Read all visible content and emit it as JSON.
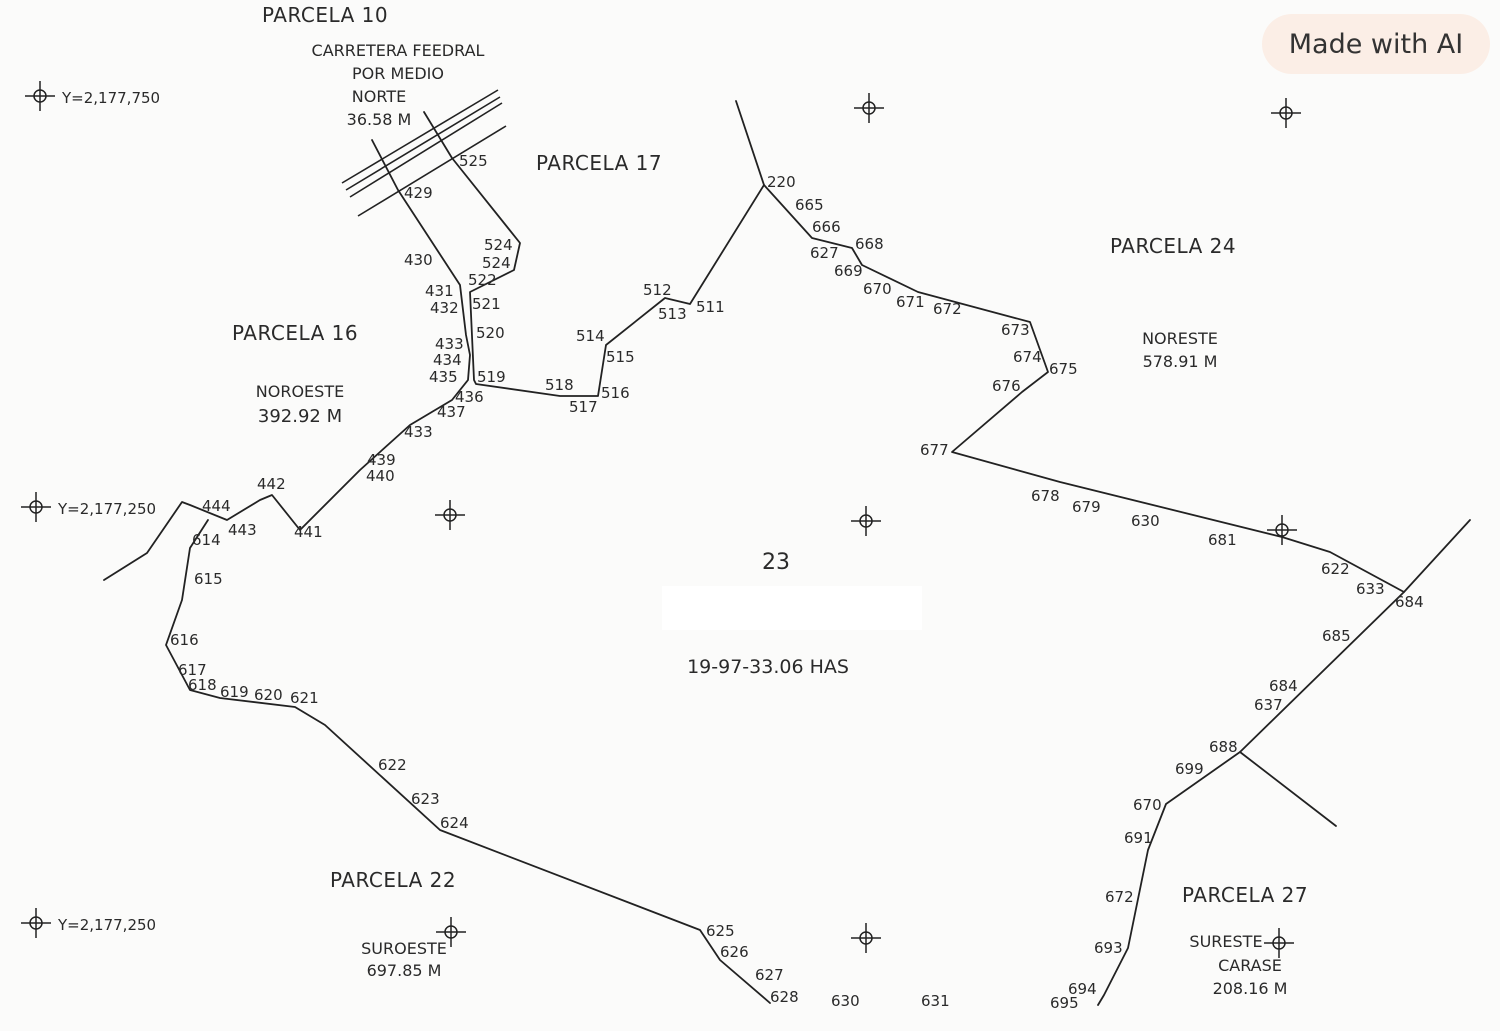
{
  "watermark": "Made with AI",
  "parcels": {
    "p10": "PARCELA 10",
    "p17": "PARCELA 17",
    "p16": "PARCELA 16",
    "p24": "PARCELA 24",
    "p22": "PARCELA 22",
    "p27": "PARCELA 27"
  },
  "boundaries": {
    "norte": {
      "road1": "CARRETERA FEEDRAL",
      "road2": "POR MEDIO",
      "dir": "NORTE",
      "dist": "36.58 M"
    },
    "noroeste": {
      "dir": "NOROESTE",
      "dist": "392.92 M"
    },
    "noreste": {
      "dir": "NORESTE",
      "dist": "578.91 M"
    },
    "suroeste": {
      "dir": "SUROESTE",
      "dist": "697.85 M"
    },
    "sureste": {
      "dir": "SURESTE",
      "dir2": "CARASE",
      "dist": "208.16 M"
    }
  },
  "center": {
    "lot": "23",
    "area": "19-97-33.06 HAS"
  },
  "coords": [
    "Y=2,177,750",
    "Y=2,177,250",
    "Y=2,177,250"
  ],
  "vertices": [
    "525",
    "429",
    "430",
    "524",
    "524",
    "522",
    "431",
    "432",
    "521",
    "520",
    "433",
    "434",
    "435",
    "519",
    "436",
    "437",
    "433",
    "439",
    "440",
    "442",
    "444",
    "443",
    "441",
    "614",
    "615",
    "616",
    "617",
    "618",
    "619",
    "620",
    "621",
    "622",
    "623",
    "624",
    "625",
    "626",
    "627",
    "628",
    "630",
    "631",
    "518",
    "517",
    "516",
    "515",
    "514",
    "512",
    "513",
    "511",
    "220",
    "665",
    "666",
    "627",
    "668",
    "669",
    "670",
    "671",
    "672",
    "673",
    "674",
    "675",
    "676",
    "677",
    "678",
    "679",
    "630",
    "681",
    "622",
    "633",
    "684",
    "685",
    "684",
    "637",
    "688",
    "699",
    "670",
    "691",
    "672",
    "693",
    "694",
    "695"
  ]
}
